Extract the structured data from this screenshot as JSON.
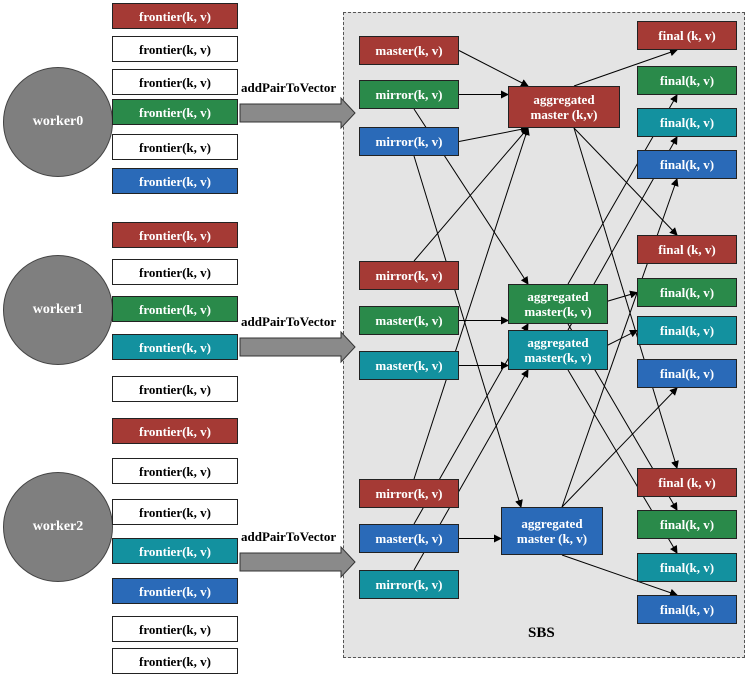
{
  "sbs": {
    "label": "SBS"
  },
  "workers": [
    {
      "label": "worker0",
      "flow_label": "addPairToVector",
      "frontiers": [
        {
          "label": "frontier(k, v)",
          "color": "red"
        },
        {
          "label": "frontier(k, v)",
          "color": "white"
        },
        {
          "label": "frontier(k, v)",
          "color": "white"
        },
        {
          "label": "frontier(k, v)",
          "color": "green"
        },
        {
          "label": "frontier(k, v)",
          "color": "white"
        },
        {
          "label": "frontier(k, v)",
          "color": "blue"
        }
      ]
    },
    {
      "label": "worker1",
      "flow_label": "addPairToVector",
      "frontiers": [
        {
          "label": "frontier(k, v)",
          "color": "red"
        },
        {
          "label": "frontier(k, v)",
          "color": "white"
        },
        {
          "label": "frontier(k, v)",
          "color": "green"
        },
        {
          "label": "frontier(k, v)",
          "color": "teal"
        },
        {
          "label": "frontier(k, v)",
          "color": "white"
        }
      ]
    },
    {
      "label": "worker2",
      "flow_label": "addPairToVector",
      "frontiers": [
        {
          "label": "frontier(k, v)",
          "color": "red"
        },
        {
          "label": "frontier(k, v)",
          "color": "white"
        },
        {
          "label": "frontier(k, v)",
          "color": "white"
        },
        {
          "label": "frontier(k, v)",
          "color": "teal"
        },
        {
          "label": "frontier(k, v)",
          "color": "blue"
        },
        {
          "label": "frontier(k, v)",
          "color": "white"
        },
        {
          "label": "frontier(k, v)",
          "color": "white"
        }
      ]
    }
  ],
  "inputs": [
    {
      "label": "master(k, v)",
      "color": "red"
    },
    {
      "label": "mirror(k, v)",
      "color": "green"
    },
    {
      "label": "mirror(k, v)",
      "color": "blue"
    },
    {
      "label": "mirror(k, v)",
      "color": "red"
    },
    {
      "label": "master(k, v)",
      "color": "green"
    },
    {
      "label": "master(k, v)",
      "color": "teal"
    },
    {
      "label": "mirror(k, v)",
      "color": "red"
    },
    {
      "label": "master(k, v)",
      "color": "blue"
    },
    {
      "label": "mirror(k, v)",
      "color": "teal"
    }
  ],
  "aggregated": [
    {
      "line1": "aggregated",
      "line2": "master (k,v)",
      "color": "red"
    },
    {
      "line1": "aggregated",
      "line2": "master(k, v)",
      "color": "green"
    },
    {
      "line1": "aggregated",
      "line2": "master(k, v)",
      "color": "teal"
    },
    {
      "line1": "aggregated",
      "line2": "master (k, v)",
      "color": "blue"
    }
  ],
  "finals": [
    {
      "label": "final (k, v)",
      "color": "red"
    },
    {
      "label": "final(k, v)",
      "color": "green"
    },
    {
      "label": "final(k, v)",
      "color": "teal"
    },
    {
      "label": "final(k, v)",
      "color": "blue"
    },
    {
      "label": "final (k, v)",
      "color": "red"
    },
    {
      "label": "final(k, v)",
      "color": "green"
    },
    {
      "label": "final(k, v)",
      "color": "teal"
    },
    {
      "label": "final(k, v)",
      "color": "blue"
    },
    {
      "label": "final (k, v)",
      "color": "red"
    },
    {
      "label": "final(k, v)",
      "color": "green"
    },
    {
      "label": "final(k, v)",
      "color": "teal"
    },
    {
      "label": "final(k, v)",
      "color": "blue"
    }
  ],
  "edges": [
    [
      "in0",
      "agg0"
    ],
    [
      "in1",
      "agg0"
    ],
    [
      "in2",
      "agg0"
    ],
    [
      "in3",
      "agg0"
    ],
    [
      "in6",
      "agg0"
    ],
    [
      "in1",
      "agg1"
    ],
    [
      "in4",
      "agg1"
    ],
    [
      "in7",
      "agg1"
    ],
    [
      "in5",
      "agg2"
    ],
    [
      "in8",
      "agg2"
    ],
    [
      "in2",
      "agg3"
    ],
    [
      "in7",
      "agg3"
    ],
    [
      "agg0",
      "fin0"
    ],
    [
      "agg0",
      "fin4"
    ],
    [
      "agg0",
      "fin8"
    ],
    [
      "agg1",
      "fin1"
    ],
    [
      "agg1",
      "fin5"
    ],
    [
      "agg1",
      "fin9"
    ],
    [
      "agg2",
      "fin2"
    ],
    [
      "agg2",
      "fin6"
    ],
    [
      "agg2",
      "fin10"
    ],
    [
      "agg3",
      "fin3"
    ],
    [
      "agg3",
      "fin7"
    ],
    [
      "agg3",
      "fin11"
    ]
  ],
  "colors": {
    "red": "#a53a35",
    "green": "#2a8a4a",
    "teal": "#13919f",
    "blue": "#2a6ab8"
  }
}
